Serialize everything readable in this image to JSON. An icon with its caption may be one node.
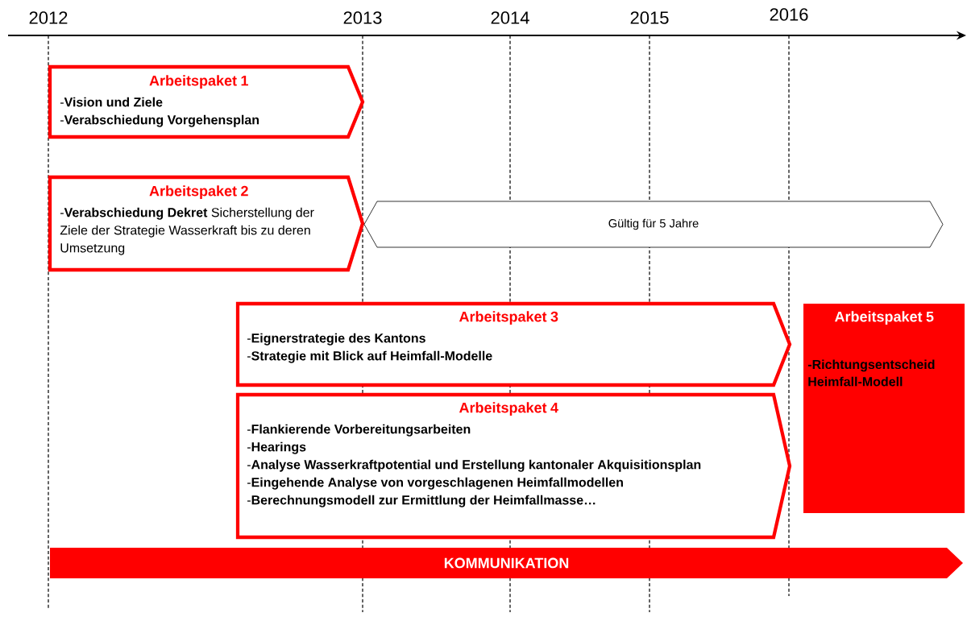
{
  "diagram": {
    "nodes": [
      {
        "text": [
          "Arbeitspaket 1",
          "-**Vision und Ziele**",
          "-**Verabschiedung Vorgehensplan**"
        ]
      },
      {
        "text": [
          "Arbeitspaket 2",
          "-**Verabschiedung Dekret** Sicherstellung der Ziele der Strategie Wasserkraft bis zu deren Umsetzung"
        ]
      },
      {
        "text": [
          "Gültig für 5 Jahre"
        ]
      },
      {
        "text": [
          "Arbeitspaket 3",
          "-**Eignerstrategie des Kantons**",
          "-**Strategie mit Blick auf Heimfall-Modelle**"
        ]
      },
      {
        "text": [
          "Arbeitspaket 4",
          "-**Flankierende Vorbereitungsarbeiten**",
          "-**Hearings**",
          "-**Analyse Wasserkraftpotential und Erstellung kantonaler Akquisitionsplan**",
          "-**Eingehende Analyse von vorgeschlagenen Heimfallmodellen**",
          "-**Berechnungsmodell zur Ermittlung der Heimfallmasse…**"
        ]
      },
      {
        "text": [
          "Arbeitspaket 5",
          "-Richtungsentscheid Heimfall-Modell"
        ]
      },
      {
        "text": [
          "KOMMUNIKATION"
        ]
      }
    ],
    "labels": [
      "2012",
      "2013",
      "2014",
      "2015",
      "2016"
    ]
  }
}
